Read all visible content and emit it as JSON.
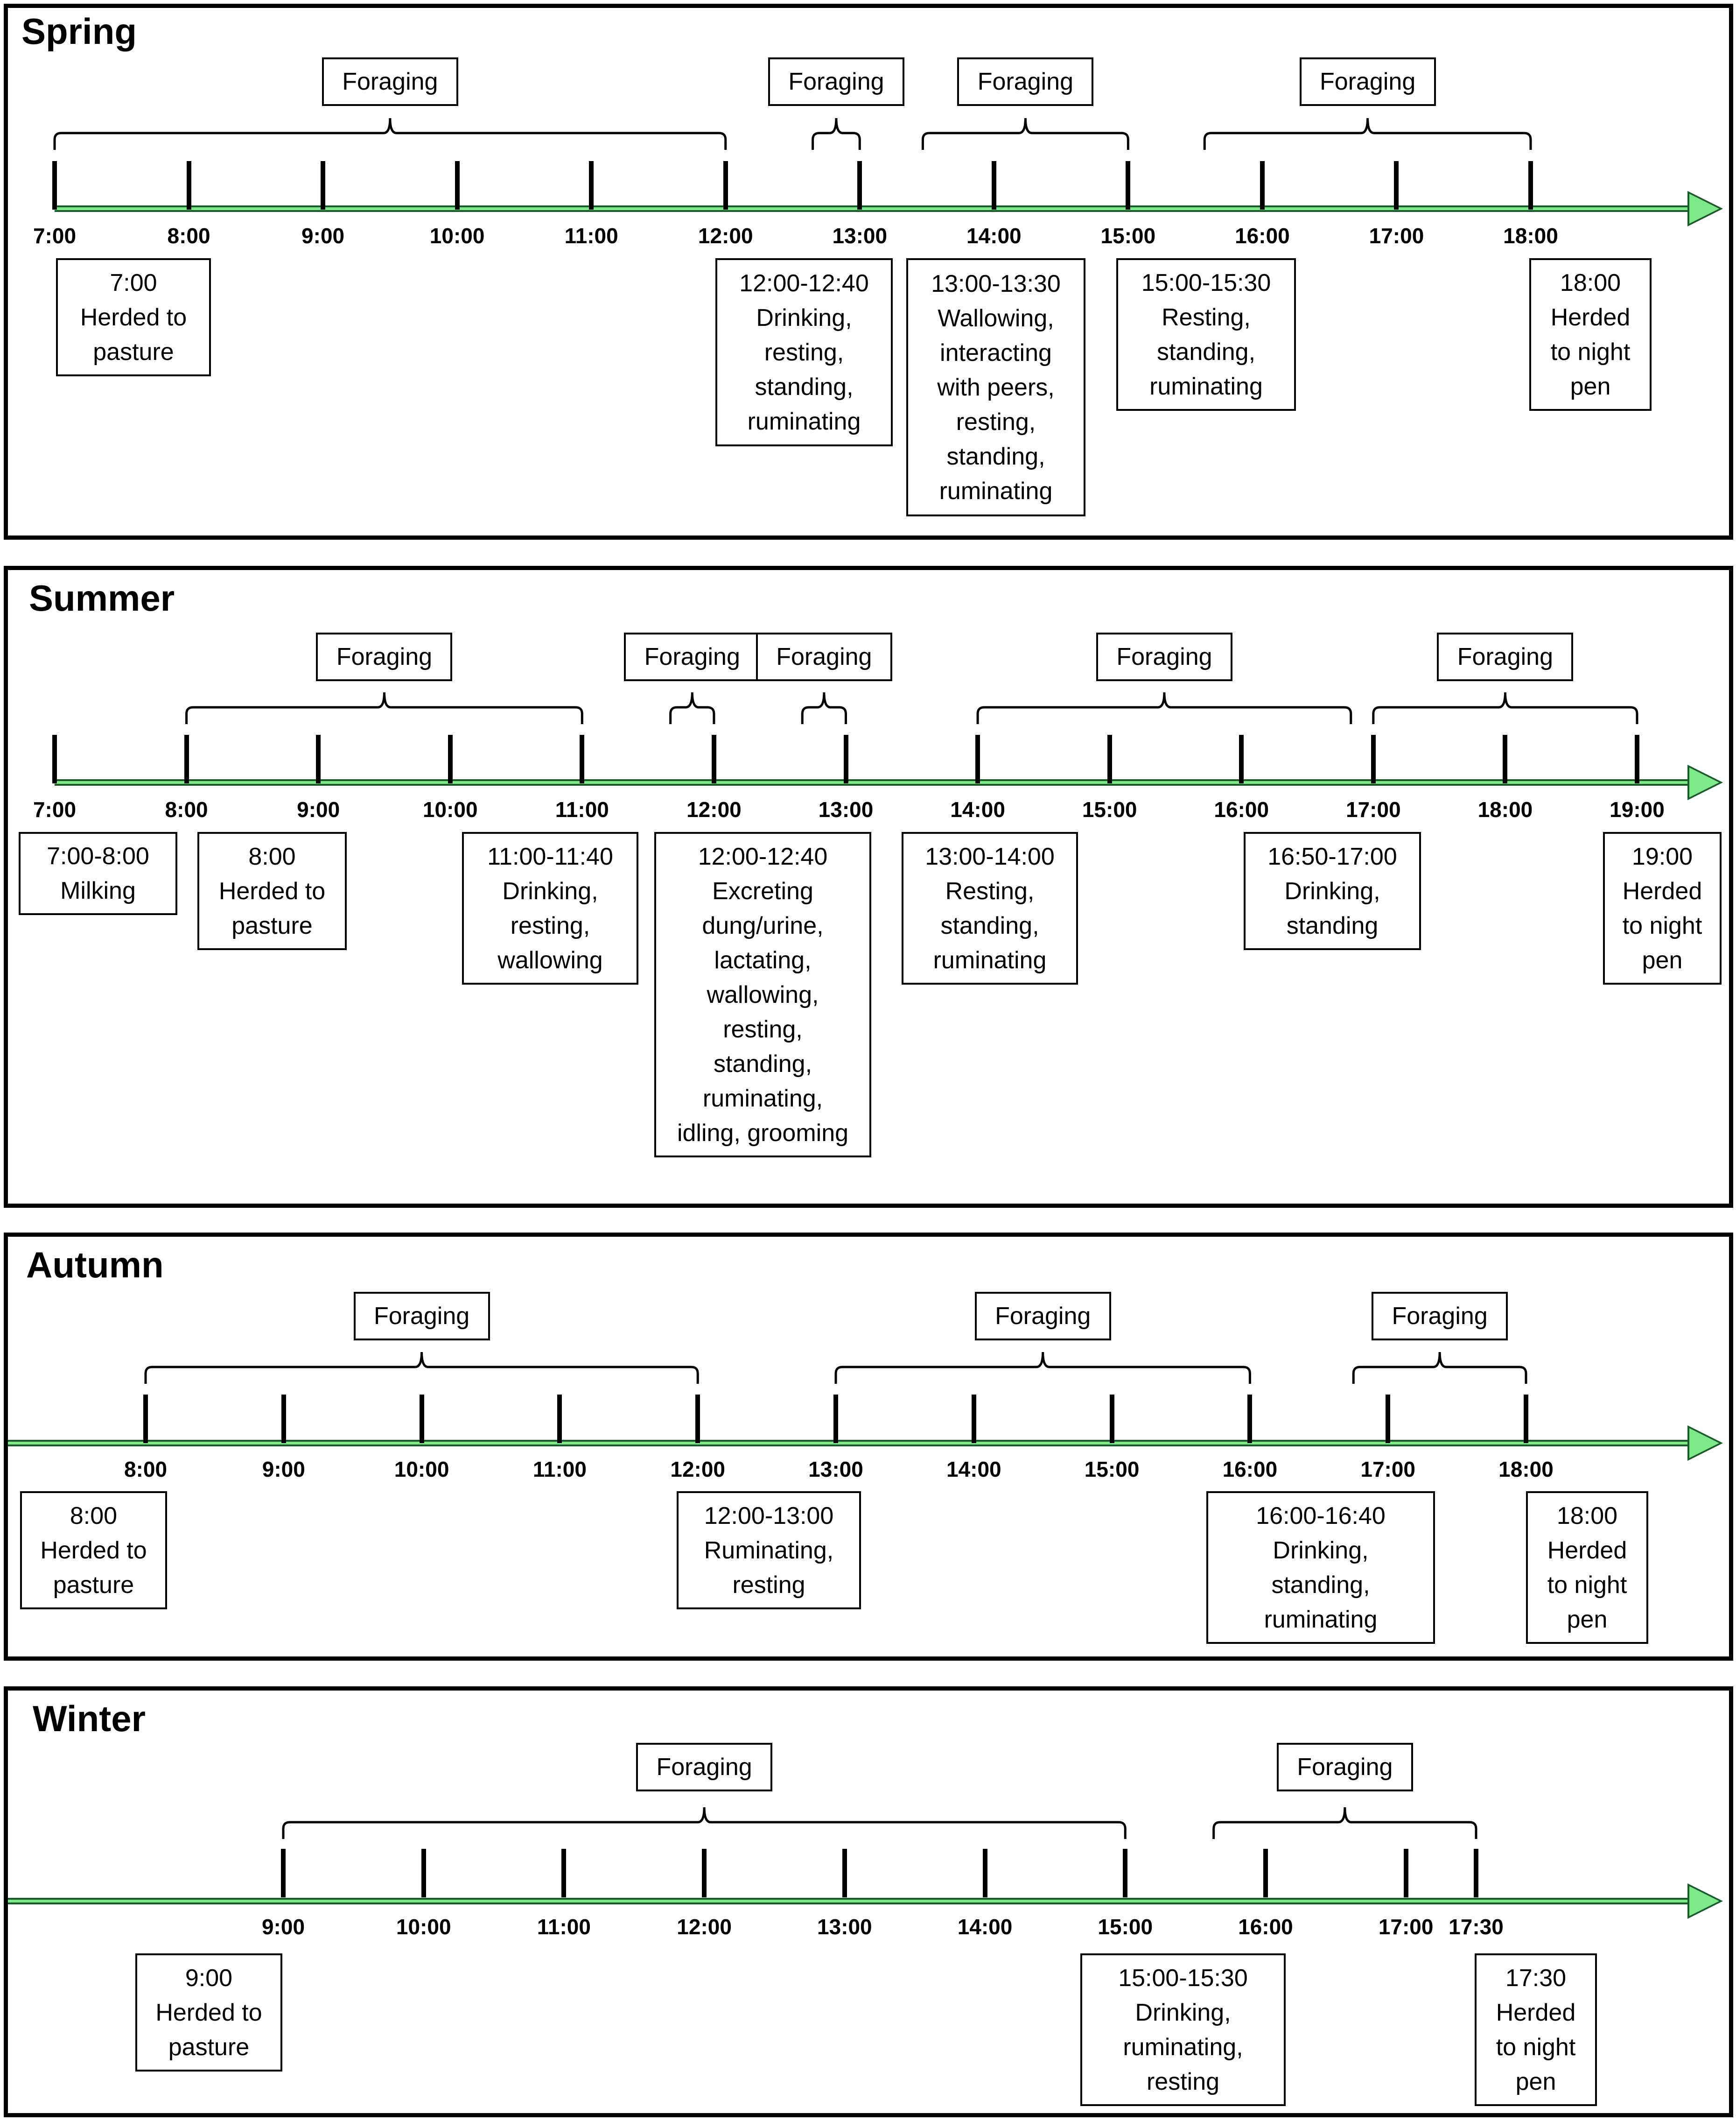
{
  "seasons": [
    {
      "title": "Spring",
      "ticks": [
        "7:00",
        "8:00",
        "9:00",
        "10:00",
        "11:00",
        "12:00",
        "13:00",
        "14:00",
        "15:00",
        "16:00",
        "17:00",
        "18:00"
      ],
      "foraging": [
        {
          "label": "Foraging",
          "from": 7.0,
          "to": 12.0
        },
        {
          "label": "Foraging",
          "from": 12.65,
          "to": 13.0
        },
        {
          "label": "Foraging",
          "from": 13.47,
          "to": 15.0
        },
        {
          "label": "Foraging",
          "from": 15.57,
          "to": 18.0
        }
      ],
      "events": [
        {
          "text": "7:00\nHerded to\npasture"
        },
        {
          "text": "12:00-12:40\nDrinking,\nresting,\nstanding,\nruminating"
        },
        {
          "text": "13:00-13:30\nWallowing,\ninteracting\nwith peers,\nresting,\nstanding,\nruminating"
        },
        {
          "text": "15:00-15:30\nResting,\nstanding,\nruminating"
        },
        {
          "text": "18:00\nHerded\nto night\npen"
        }
      ]
    },
    {
      "title": "Summer",
      "ticks": [
        "7:00",
        "8:00",
        "9:00",
        "10:00",
        "11:00",
        "12:00",
        "13:00",
        "14:00",
        "15:00",
        "16:00",
        "17:00",
        "18:00",
        "19:00"
      ],
      "foraging": [
        {
          "label": "Foraging",
          "from": 8.0,
          "to": 11.0
        },
        {
          "label": "Foraging",
          "from": 11.67,
          "to": 12.0
        },
        {
          "label": "Foraging",
          "from": 12.67,
          "to": 13.0
        },
        {
          "label": "Foraging",
          "from": 14.0,
          "to": 16.83
        },
        {
          "label": "Foraging",
          "from": 17.0,
          "to": 19.0
        }
      ],
      "events": [
        {
          "text": "7:00-8:00\nMilking"
        },
        {
          "text": "8:00\nHerded to\npasture"
        },
        {
          "text": "11:00-11:40\nDrinking,\nresting,\nwallowing"
        },
        {
          "text": "12:00-12:40\nExcreting\ndung/urine,\nlactating,\nwallowing,\nresting,\nstanding,\nruminating,\nidling, grooming"
        },
        {
          "text": "13:00-14:00\nResting,\nstanding,\nruminating"
        },
        {
          "text": "16:50-17:00\nDrinking,\nstanding"
        },
        {
          "text": "19:00\nHerded\nto night\npen"
        }
      ]
    },
    {
      "title": "Autumn",
      "ticks": [
        "8:00",
        "9:00",
        "10:00",
        "11:00",
        "12:00",
        "13:00",
        "14:00",
        "15:00",
        "16:00",
        "17:00",
        "18:00"
      ],
      "foraging": [
        {
          "label": "Foraging",
          "from": 8.0,
          "to": 12.0
        },
        {
          "label": "Foraging",
          "from": 13.0,
          "to": 16.0
        },
        {
          "label": "Foraging",
          "from": 16.75,
          "to": 18.0
        }
      ],
      "events": [
        {
          "text": "8:00\nHerded to\npasture"
        },
        {
          "text": "12:00-13:00\nRuminating,\nresting"
        },
        {
          "text": "16:00-16:40\nDrinking,\nstanding,\nruminating"
        },
        {
          "text": "18:00\nHerded\nto night\npen"
        }
      ]
    },
    {
      "title": "Winter",
      "ticks": [
        "9:00",
        "10:00",
        "11:00",
        "12:00",
        "13:00",
        "14:00",
        "15:00",
        "16:00",
        "17:00",
        "17:30"
      ],
      "foraging": [
        {
          "label": "Foraging",
          "from": 9.0,
          "to": 15.0
        },
        {
          "label": "Foraging",
          "from": 15.63,
          "to": 17.5
        }
      ],
      "events": [
        {
          "text": "9:00\nHerded to\npasture"
        },
        {
          "text": "15:00-15:30\nDrinking,\nruminating,\nresting"
        },
        {
          "text": "17:30\nHerded\nto night\npen"
        }
      ]
    }
  ]
}
